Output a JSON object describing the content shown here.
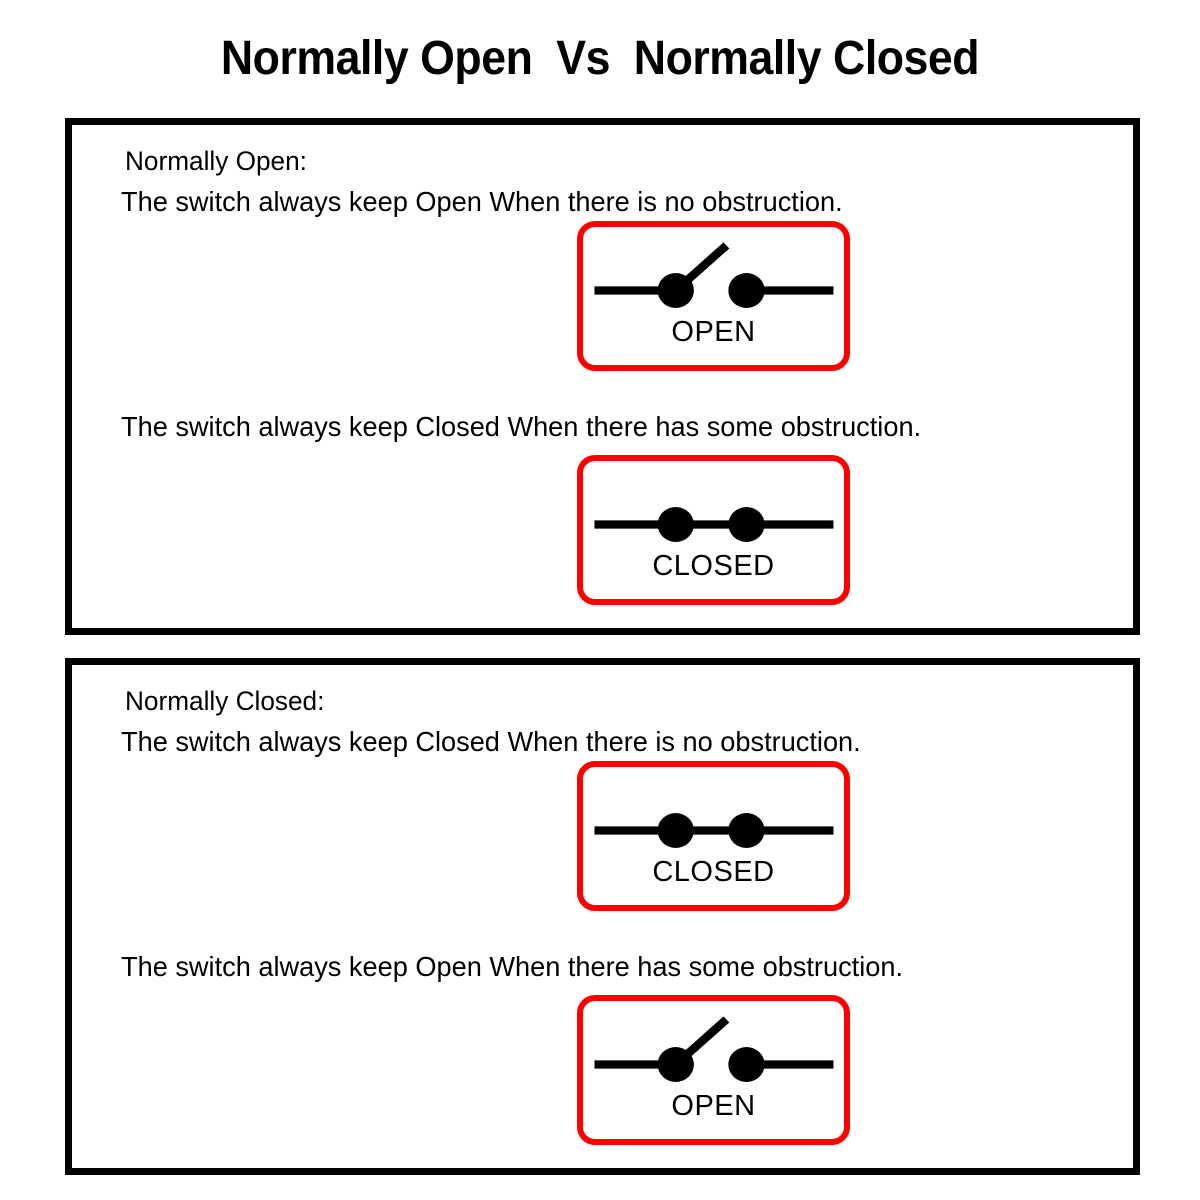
{
  "title": "Normally Open  Vs  Normally Closed",
  "colors": {
    "symbol_border": "#FF0000",
    "panel_border": "#000000",
    "line": "#000000",
    "background": "#FFFFFF"
  },
  "panels": [
    {
      "id": "normally-open",
      "heading": "Normally Open:",
      "line_1": "The switch always keep Open When there is no obstruction.",
      "line_2": "The switch always keep Closed When there has some obstruction.",
      "symbol_top": {
        "state": "open",
        "label": "OPEN"
      },
      "symbol_bottom": {
        "state": "closed",
        "label": "CLOSED"
      }
    },
    {
      "id": "normally-closed",
      "heading": "Normally Closed:",
      "line_1": "The switch always keep Closed When there is no obstruction.",
      "line_2": "The switch always keep Open When there has some obstruction.",
      "symbol_top": {
        "state": "closed",
        "label": "CLOSED"
      },
      "symbol_bottom": {
        "state": "open",
        "label": "OPEN"
      }
    }
  ]
}
